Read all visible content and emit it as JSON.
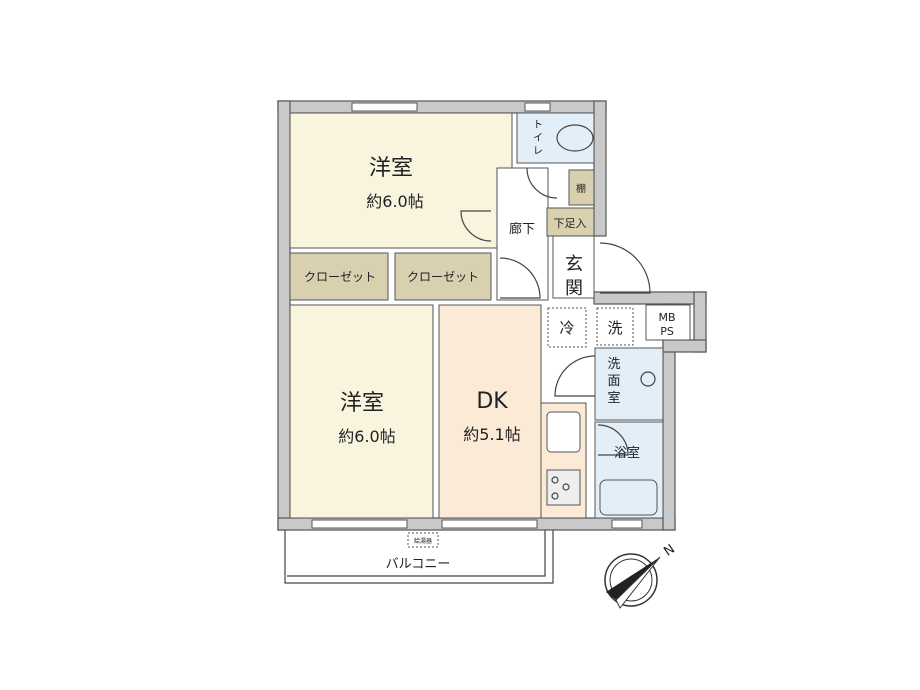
{
  "floor_plan": {
    "rooms": {
      "bedroom_north": {
        "name": "洋室",
        "size": "約6.0帖"
      },
      "bedroom_south": {
        "name": "洋室",
        "size": "約6.0帖"
      },
      "dining_kitchen": {
        "name": "DK",
        "size": "約5.1帖"
      },
      "hallway": "廊下",
      "entrance": [
        "玄",
        "関"
      ],
      "toilet": [
        "ト",
        "イ",
        "レ"
      ],
      "shelf": "棚",
      "shoe_box": "下足入",
      "closet_1": "クローゼット",
      "closet_2": "クローゼット",
      "fridge": "冷",
      "washer": "洗",
      "washroom": [
        "洗",
        "面",
        "室"
      ],
      "bathroom": "浴室",
      "meter_box": [
        "MB",
        "PS"
      ],
      "water_heater": "給湯器",
      "balcony": "バルコニー"
    },
    "compass_label": "N",
    "colors": {
      "bedroom": "#f8f4dd",
      "dk": "#fbead6",
      "wet_area": "#e2eef8",
      "storage": "#d9d0b0",
      "wall": "#c9c9c9"
    }
  }
}
